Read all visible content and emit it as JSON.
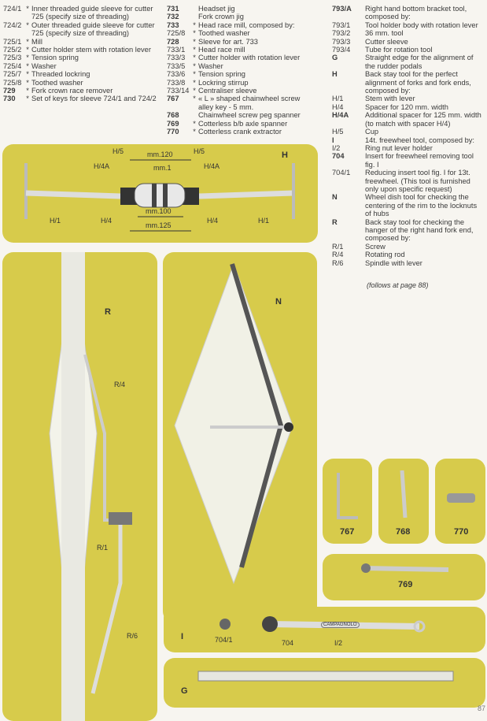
{
  "col1": [
    {
      "code": "724/1",
      "star": "*",
      "desc": "Inner threaded guide sleeve for cutter 725 (specify size of threading)"
    },
    {
      "code": "724/2",
      "star": "*",
      "desc": "Outer threaded guide sleeve for cutter 725 (specify size of threading)"
    },
    {
      "code": "725/1",
      "star": "*",
      "desc": "Mill"
    },
    {
      "code": "725/2",
      "star": "*",
      "desc": "Cutter holder stem with rotation lever"
    },
    {
      "code": "725/3",
      "star": "*",
      "desc": "Tension spring"
    },
    {
      "code": "725/4",
      "star": "*",
      "desc": "Washer"
    },
    {
      "code": "725/7",
      "star": "*",
      "desc": "Threaded lockring"
    },
    {
      "code": "725/8",
      "star": "*",
      "desc": "Toothed washer"
    },
    {
      "code": "729",
      "star": "*",
      "desc": "Fork crown race remover"
    },
    {
      "code": "730",
      "star": "*",
      "desc": "Set of keys for sleeve 724/1 and 724/2"
    }
  ],
  "col2": [
    {
      "code": "731",
      "star": "",
      "desc": "Headset jig"
    },
    {
      "code": "732",
      "star": "",
      "desc": "Fork crown jig"
    },
    {
      "code": "733",
      "star": "*",
      "desc": "Head race mill, composed by:"
    },
    {
      "code": "725/8",
      "star": "*",
      "desc": "Toothed washer"
    },
    {
      "code": "728",
      "star": "*",
      "desc": "Sleeve for art. 733"
    },
    {
      "code": "733/1",
      "star": "*",
      "desc": "Head race mill"
    },
    {
      "code": "733/3",
      "star": "*",
      "desc": "Cutter holder with rotation lever"
    },
    {
      "code": "733/5",
      "star": "*",
      "desc": "Washer"
    },
    {
      "code": "733/6",
      "star": "*",
      "desc": "Tension spring"
    },
    {
      "code": "733/8",
      "star": "*",
      "desc": "Lockring stirrup"
    },
    {
      "code": "733/14",
      "star": "*",
      "desc": "Centraliser sleeve"
    },
    {
      "code": "767",
      "star": "*",
      "desc": "« L » shaped chainwheel screw alley key - 5 mm."
    },
    {
      "code": "768",
      "star": "",
      "desc": "Chainwheel screw peg spanner"
    },
    {
      "code": "769",
      "star": "*",
      "desc": "Cotterless b/b axle spanner"
    },
    {
      "code": "770",
      "star": "*",
      "desc": "Cotterless crank extractor"
    }
  ],
  "col3": [
    {
      "code": "793/A",
      "desc": "Right hand bottom bracket tool, composed by:"
    },
    {
      "code": "793/1",
      "desc": "Tool holder body with rotation lever"
    },
    {
      "code": "793/2",
      "desc": "36 mm. tool"
    },
    {
      "code": "793/3",
      "desc": "Cutter sleeve"
    },
    {
      "code": "793/4",
      "desc": "Tube for rotation tool"
    },
    {
      "code": "G",
      "desc": "Straight edge for the alignment of the rudder podals"
    },
    {
      "code": "H",
      "desc": "Back stay tool for the perfect alignment of forks and fork ends, composed by:"
    },
    {
      "code": "H/1",
      "desc": "Stem with lever"
    },
    {
      "code": "H/4",
      "desc": "Spacer for 120 mm. width"
    },
    {
      "code": "H/4A",
      "desc": "Additional spacer for 125 mm. width (to match with spacer H/4)"
    },
    {
      "code": "H/5",
      "desc": "Cup"
    },
    {
      "code": "I",
      "desc": "14t. freewheel tool, composed by:"
    },
    {
      "code": "I/2",
      "desc": "Ring nut lever holder"
    },
    {
      "code": "704",
      "desc": "Insert for freewheel removing tool fig. I"
    },
    {
      "code": "704/1",
      "desc": "Reducing insert tool fig. I for 13t. freewheel. (This tool is furnished only upon specific request)"
    },
    {
      "code": "N",
      "desc": "Wheel dish tool for checking the centering of the rim to the locknuts of hubs"
    },
    {
      "code": "R",
      "desc": "Back stay tool for checking the hanger of the right hand fork end, composed by:"
    },
    {
      "code": "R/1",
      "desc": "Screw"
    },
    {
      "code": "R/4",
      "desc": "Rotating rod"
    },
    {
      "code": "R/6",
      "desc": "Spindle with lever"
    }
  ],
  "follows": "(follows at page 88)",
  "figH": {
    "title": "H",
    "h5l": "H/5",
    "h5r": "H/5",
    "h4al": "H/4A",
    "h4ar": "H/4A",
    "h1l": "H/1",
    "h1r": "H/1",
    "h4l": "H/4",
    "h4r": "H/4",
    "mm120": "mm.120",
    "mm1": "mm.1",
    "mm100": "mm.100",
    "mm125": "mm.125"
  },
  "figR": {
    "title": "R",
    "r4": "R/4",
    "r1": "R/1",
    "r6": "R/6"
  },
  "figN": {
    "title": "N"
  },
  "fig767": "767",
  "fig768": "768",
  "fig770": "770",
  "fig769": "769",
  "figI": {
    "title": "I",
    "a": "704/1",
    "b": "704",
    "c": "I/2",
    "brand": "CAMPAGNOLO"
  },
  "figG": {
    "title": "G"
  },
  "page_number": "87",
  "colors": {
    "panel": "#d7cb4b",
    "paper": "#f7f5f0"
  }
}
